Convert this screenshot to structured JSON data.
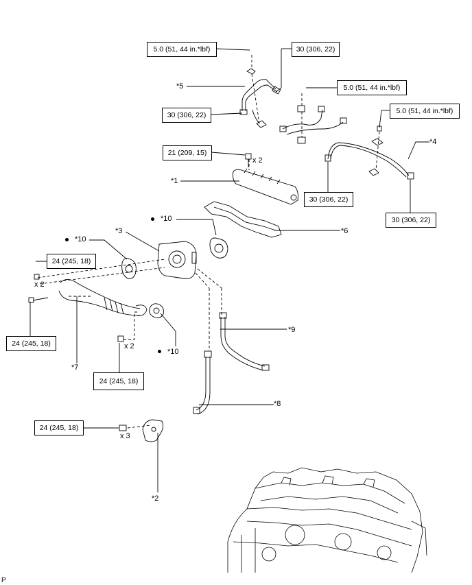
{
  "torque_specs": {
    "t1": "5.0 (51, 44 in.*lbf)",
    "t2": "30 (306, 22)",
    "t3": "5.0 (51, 44 in.*lbf)",
    "t4": "30 (306, 22)",
    "t5": "5.0 (51, 44 in.*lbf)",
    "t6": "21 (209, 15)",
    "t7": "30 (306, 22)",
    "t8": "30 (306, 22)",
    "t9": "24 (245, 18)",
    "t10": "24 (245, 18)",
    "t11": "24 (245, 18)",
    "t12": "24 (245, 18)"
  },
  "part_labels": {
    "p1": "*1",
    "p2": "*2",
    "p3": "*3",
    "p4": "*4",
    "p5": "*5",
    "p6": "*6",
    "p7": "*7",
    "p8": "*8",
    "p9": "*9",
    "p10a": "*10",
    "p10b": "*10",
    "p10c": "*10"
  },
  "quantities": {
    "q_injector_bolts": "x 2",
    "q_pipe_nuts": "x 2",
    "q_egr_bolts": "x 2",
    "q_bracket_bolts": "x 3"
  },
  "footer": {
    "code": "P"
  }
}
